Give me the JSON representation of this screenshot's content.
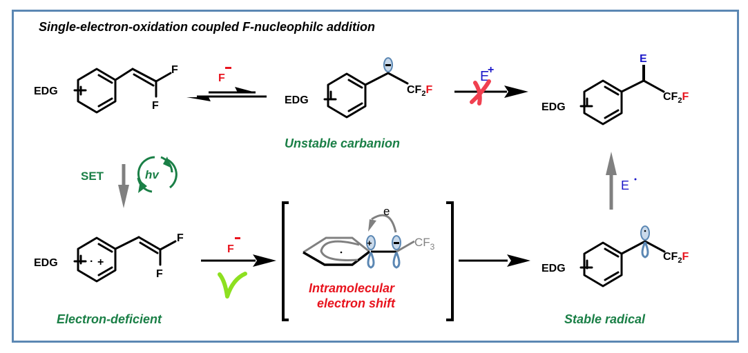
{
  "title": "Single-electron-oxidation coupled F-nucleophilc addition",
  "colors": {
    "frame": "#5b87b3",
    "green": "#1a7f46",
    "red": "#e8141e",
    "blue": "#1a17c9",
    "gray_arrow": "#808080",
    "check": "#8de020"
  },
  "substituent": "EDG",
  "atoms": {
    "F": "F",
    "C": "C",
    "E": "E",
    "cf2": "CF",
    "cf2_sub": "2",
    "cf3": "CF",
    "cf3_sub": "3"
  },
  "reagents": {
    "fluoride": "F",
    "fluoride_charge": "−",
    "electrophile": "E",
    "electrophile_charge": "+",
    "radical": "E",
    "radical_dot": "•",
    "set": "SET",
    "hv": "hv",
    "electron": "e"
  },
  "labels": {
    "unstable": "Unstable carbanion",
    "deficient": "Electron-deficient",
    "shift_line1": "Intramolecular",
    "shift_line2": "electron shift",
    "stable": "Stable radical"
  },
  "charges": {
    "plus": "+",
    "minus": "−",
    "dot": "·"
  },
  "marks": {
    "blocked": "✗",
    "allowed": "✓"
  }
}
